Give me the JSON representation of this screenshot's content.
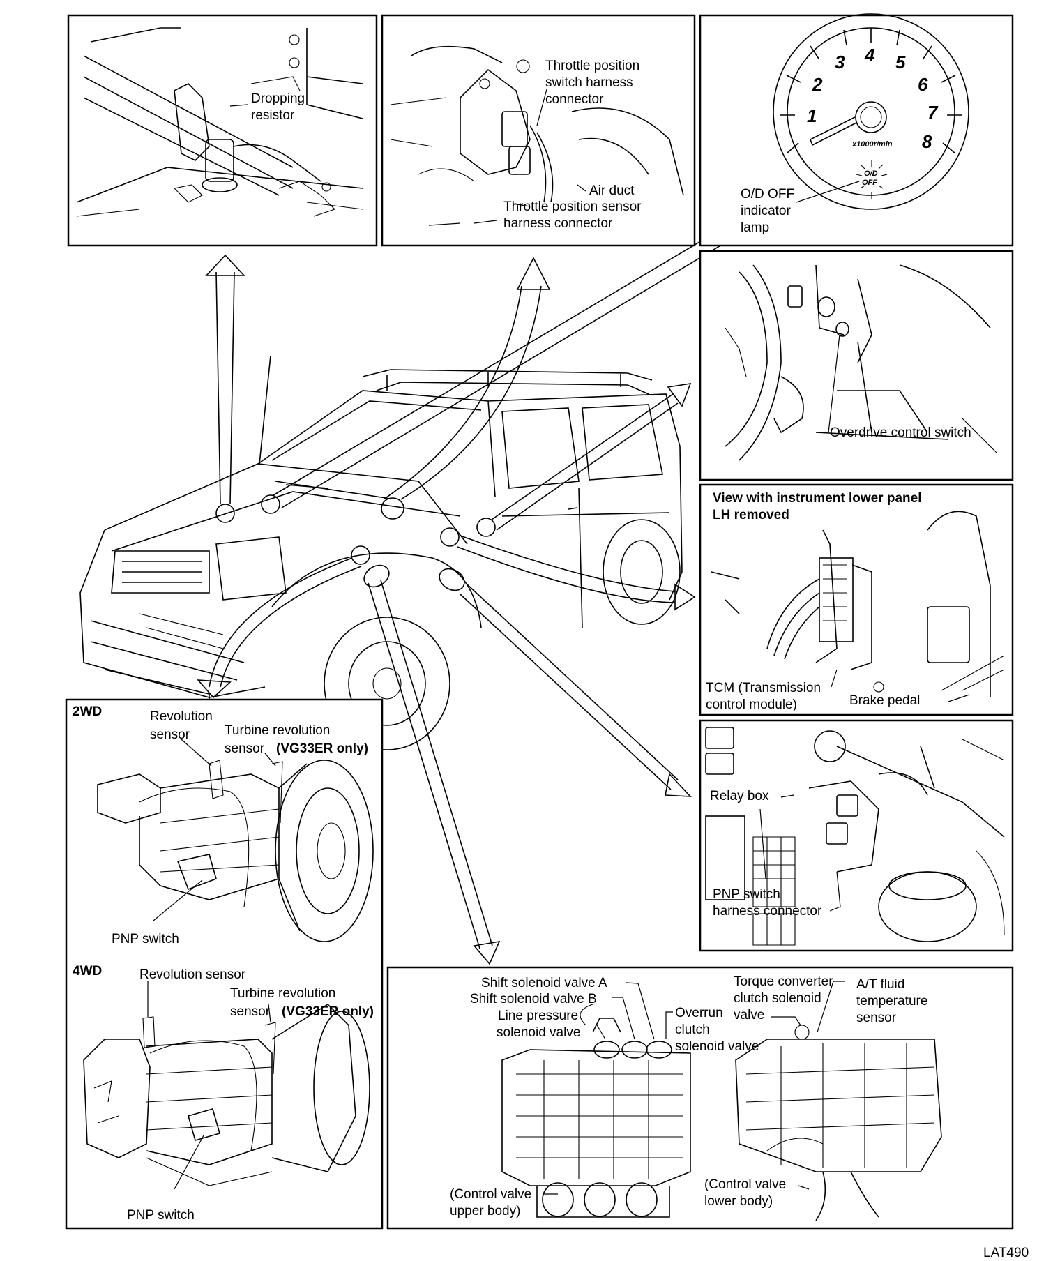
{
  "panels": {
    "dropping_resistor": {
      "label_1": "Dropping",
      "label_2": "resistor"
    },
    "throttle": {
      "tps_switch_1": "Throttle position",
      "tps_switch_2": "switch harness",
      "tps_switch_3": "connector",
      "air_duct": "Air duct",
      "tps_sensor_1": "Throttle position sensor",
      "tps_sensor_2": "harness connector"
    },
    "tachometer": {
      "numbers": [
        "1",
        "2",
        "3",
        "4",
        "5",
        "6",
        "7",
        "8"
      ],
      "unit": "x1000r/min",
      "od_top": "O/D",
      "od_bottom": "OFF",
      "lamp_1": "O/D OFF",
      "lamp_2": "indicator",
      "lamp_3": "lamp"
    },
    "overdrive_switch": {
      "label": "Overdrive control switch"
    },
    "tcm": {
      "header_1": "View with instrument lower panel",
      "header_2": "LH removed",
      "tcm_1": "TCM (Transmission",
      "tcm_2": "control module)",
      "brake": "Brake pedal"
    },
    "relay": {
      "relay_box": "Relay box",
      "pnp_1": "PNP switch",
      "pnp_2": "harness connector"
    },
    "transmissions": {
      "wd2": "2WD",
      "wd2_rev_1": "Revolution",
      "wd2_rev_2": "sensor",
      "wd2_turb_1": "Turbine revolution",
      "wd2_turb_2": "sensor",
      "wd2_turb_note": "(VG33ER only)",
      "wd2_pnp": "PNP switch",
      "wd4": "4WD",
      "wd4_rev": "Revolution sensor",
      "wd4_turb_1": "Turbine revolution",
      "wd4_turb_2": "sensor",
      "wd4_turb_note": "(VG33ER only)",
      "wd4_pnp": "PNP switch"
    },
    "control_valve": {
      "shift_a": "Shift solenoid valve A",
      "shift_b": "Shift solenoid valve B",
      "line_1": "Line pressure",
      "line_2": "solenoid valve",
      "overrun_1": "Overrun",
      "overrun_2": "clutch",
      "overrun_3": "solenoid valve",
      "tcc_1": "Torque converter",
      "tcc_2": "clutch solenoid",
      "tcc_3": "valve",
      "fluid_1": "A/T fluid",
      "fluid_2": "temperature",
      "fluid_3": "sensor",
      "upper_1": "(Control valve",
      "upper_2": "upper body)",
      "lower_1": "(Control valve",
      "lower_2": "lower body)"
    }
  },
  "footer": {
    "code": "LAT490"
  }
}
